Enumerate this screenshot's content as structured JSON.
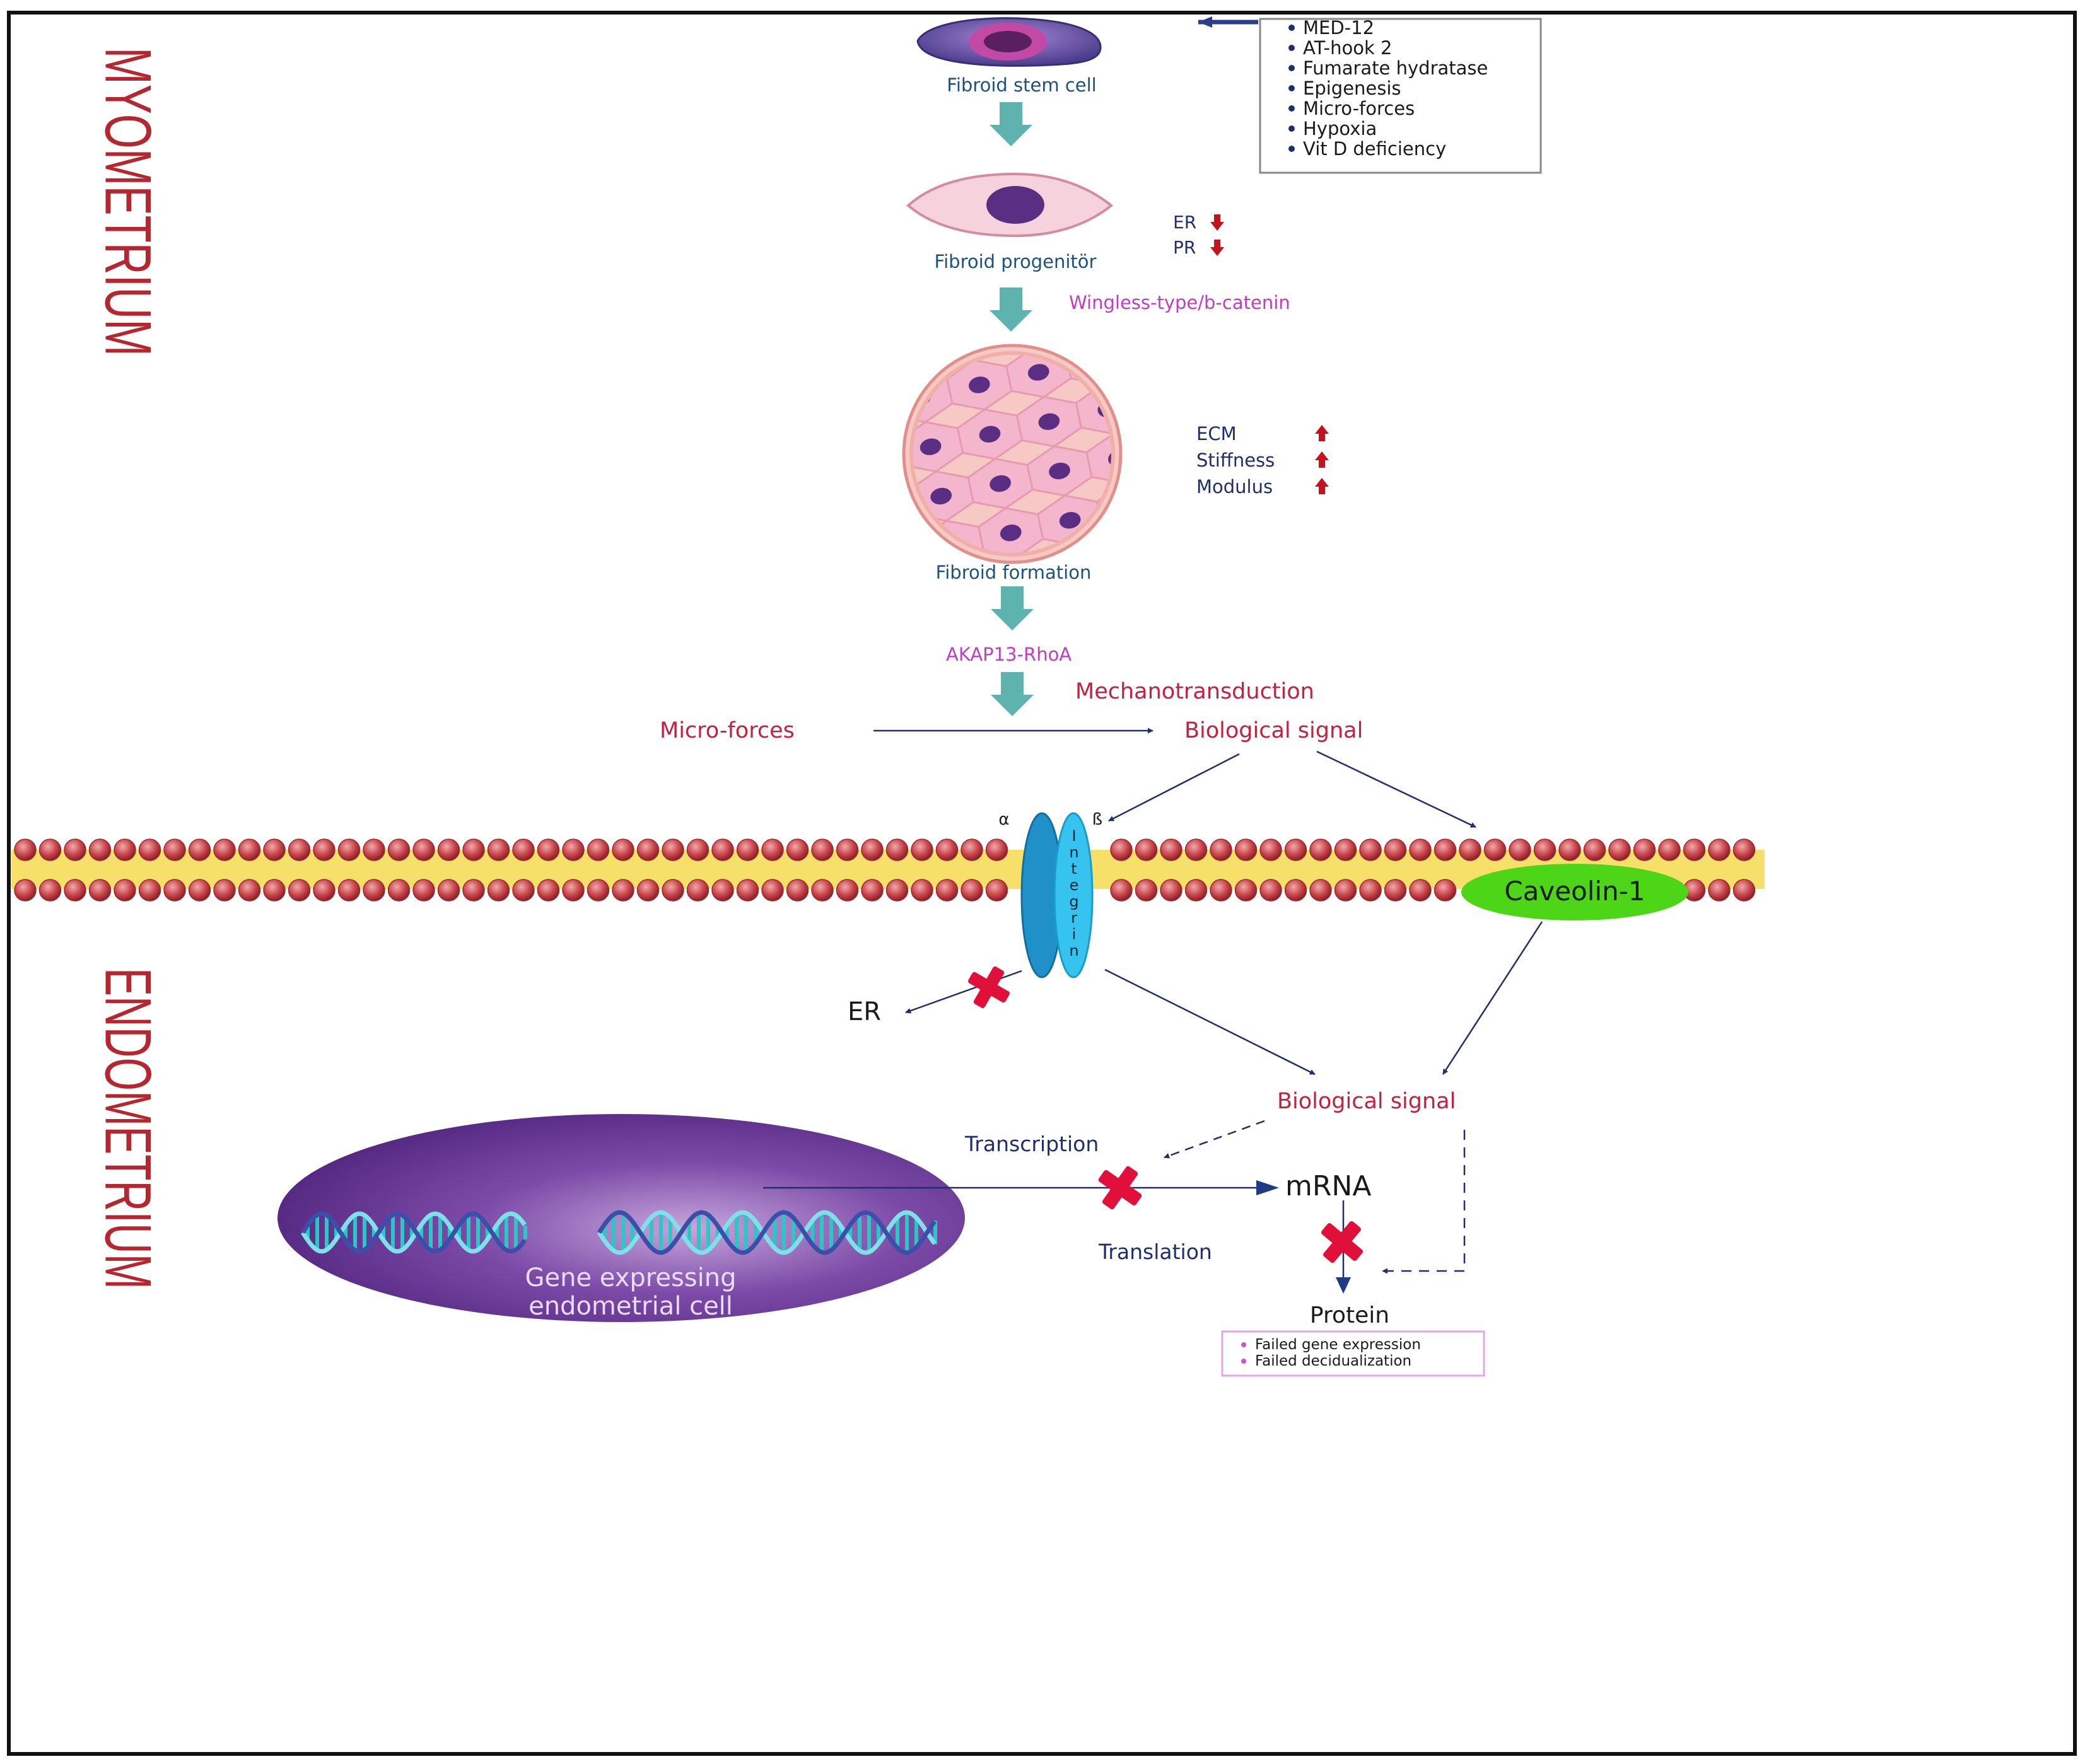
{
  "regions": {
    "top": "MYOMETRIUM",
    "bottom": "ENDOMETRIUM"
  },
  "cells": {
    "stem": "Fibroid stem cell",
    "progenitor": "Fibroid progenitör",
    "formation": "Fibroid formation"
  },
  "risk_factors": [
    "MED-12",
    "AT-hook 2",
    "Fumarate hydratase",
    "Epigenesis",
    "Micro-forces",
    "Hypoxia",
    "Vit D deficiency"
  ],
  "receptor_changes": [
    {
      "label": "ER",
      "direction": "down"
    },
    {
      "label": "PR",
      "direction": "down"
    }
  ],
  "matrix_changes": [
    {
      "label": "ECM",
      "direction": "up"
    },
    {
      "label": "Stiffness",
      "direction": "up"
    },
    {
      "label": "Modulus",
      "direction": "up"
    }
  ],
  "pathways": {
    "wnt": "Wingless-type/b-catenin",
    "akap": "AKAP13-RhoA"
  },
  "signaling": {
    "mechanotransduction": "Mechanotransduction",
    "micro_forces": "Micro-forces",
    "biological_signal_top": "Biological signal",
    "alpha": "α",
    "beta": "ß",
    "integrin_letters": [
      "I",
      "n",
      "t",
      "e",
      "g",
      "r",
      "i",
      "n"
    ],
    "caveolin": "Caveolin-1",
    "er": "ER",
    "biological_signal_bottom": "Biological signal",
    "transcription": "Transcription",
    "mrna": "mRNA",
    "translation": "Translation",
    "protein": "Protein"
  },
  "nucleus": {
    "line1": "Gene expressing",
    "line2": "endometrial cell"
  },
  "outcomes": [
    "Failed gene expression",
    "Failed decidualization"
  ],
  "colors": {
    "region_label": "#b5262e",
    "flow_arrow": "#5fb3ae",
    "pathway_text": "#c23cc6",
    "signal_text": "#c4213f",
    "navy": "#1f2f6e",
    "red_marker": "#c0141f",
    "cross": "#e0103a",
    "caveolin": "#4cd617",
    "integrin_dark": "#1f90c8",
    "integrin_light": "#36c3ef",
    "lipid_head": "#c7454c",
    "lipid_tail": "#f6e06a"
  }
}
